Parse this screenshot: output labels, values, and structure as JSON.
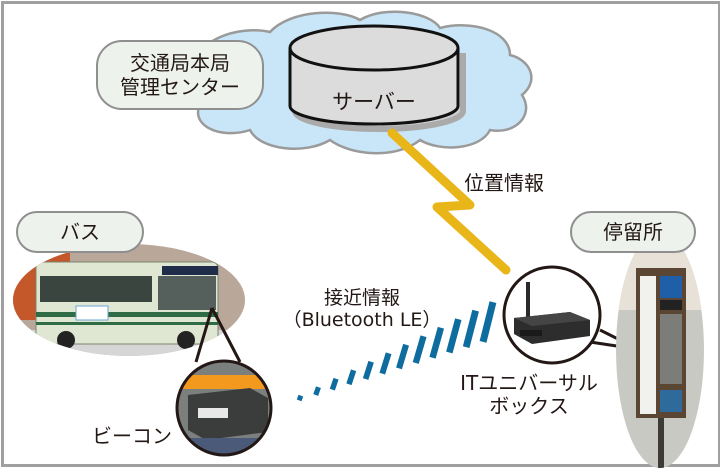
{
  "diagram": {
    "title": "バス接近情報システム構成図",
    "nodes": {
      "hq": {
        "label_line1": "交通局本局",
        "label_line2": "管理センター"
      },
      "server": {
        "label": "サーバー"
      },
      "bus": {
        "label": "バス"
      },
      "beacon": {
        "label": "ビーコン"
      },
      "stop": {
        "label": "停留所"
      },
      "it_box": {
        "label_line1": "ITユニバーサル",
        "label_line2": "ボックス"
      }
    },
    "links": {
      "position": {
        "label": "位置情報"
      },
      "proximity": {
        "label_line1": "接近情報",
        "label_line2": "（Bluetooth LE）"
      }
    },
    "colors": {
      "cloud": "#c9e6f8",
      "cloud_border": "#9a9a9a",
      "pill_bg": "#edf3ec",
      "bolt": "#e9b619",
      "signal": "#0e6d9e",
      "server_fill": "#dcdcdc"
    }
  }
}
